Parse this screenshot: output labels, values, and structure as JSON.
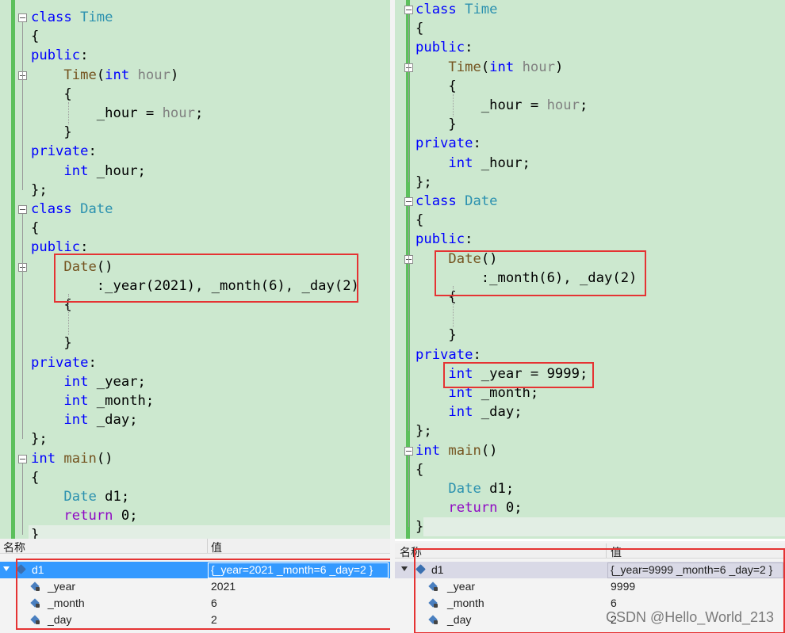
{
  "left": {
    "code_lines": [
      [
        {
          "c": "k",
          "s": "class"
        },
        {
          "c": "",
          "s": " "
        },
        {
          "c": "t",
          "s": "Time"
        }
      ],
      [
        {
          "c": "",
          "s": "{"
        }
      ],
      [
        {
          "c": "k",
          "s": "public"
        },
        {
          "c": "",
          "s": ":"
        }
      ],
      [
        {
          "c": "",
          "s": "    "
        },
        {
          "c": "f",
          "s": "Time"
        },
        {
          "c": "",
          "s": "("
        },
        {
          "c": "k",
          "s": "int"
        },
        {
          "c": "",
          "s": " "
        },
        {
          "c": "p",
          "s": "hour"
        },
        {
          "c": "",
          "s": ")"
        }
      ],
      [
        {
          "c": "",
          "s": "    {"
        }
      ],
      [
        {
          "c": "",
          "s": "        _hour = "
        },
        {
          "c": "p",
          "s": "hour"
        },
        {
          "c": "",
          "s": ";"
        }
      ],
      [
        {
          "c": "",
          "s": "    }"
        }
      ],
      [
        {
          "c": "k",
          "s": "private"
        },
        {
          "c": "",
          "s": ":"
        }
      ],
      [
        {
          "c": "",
          "s": "    "
        },
        {
          "c": "k",
          "s": "int"
        },
        {
          "c": "",
          "s": " _hour;"
        }
      ],
      [
        {
          "c": "",
          "s": "};"
        }
      ],
      [
        {
          "c": "k",
          "s": "class"
        },
        {
          "c": "",
          "s": " "
        },
        {
          "c": "t",
          "s": "Date"
        }
      ],
      [
        {
          "c": "",
          "s": "{"
        }
      ],
      [
        {
          "c": "k",
          "s": "public"
        },
        {
          "c": "",
          "s": ":"
        }
      ],
      [
        {
          "c": "",
          "s": "    "
        },
        {
          "c": "f",
          "s": "Date"
        },
        {
          "c": "",
          "s": "()"
        }
      ],
      [
        {
          "c": "",
          "s": "        :_year(2021), _month(6), _day(2)"
        }
      ],
      [
        {
          "c": "",
          "s": "    {"
        }
      ],
      [
        {
          "c": "",
          "s": ""
        }
      ],
      [
        {
          "c": "",
          "s": "    }"
        }
      ],
      [
        {
          "c": "k",
          "s": "private"
        },
        {
          "c": "",
          "s": ":"
        }
      ],
      [
        {
          "c": "",
          "s": "    "
        },
        {
          "c": "k",
          "s": "int"
        },
        {
          "c": "",
          "s": " _year;"
        }
      ],
      [
        {
          "c": "",
          "s": "    "
        },
        {
          "c": "k",
          "s": "int"
        },
        {
          "c": "",
          "s": " _month;"
        }
      ],
      [
        {
          "c": "",
          "s": "    "
        },
        {
          "c": "k",
          "s": "int"
        },
        {
          "c": "",
          "s": " _day;"
        }
      ],
      [
        {
          "c": "",
          "s": "};"
        }
      ],
      [
        {
          "c": "k",
          "s": "int"
        },
        {
          "c": "",
          "s": " "
        },
        {
          "c": "f",
          "s": "main"
        },
        {
          "c": "",
          "s": "()"
        }
      ],
      [
        {
          "c": "",
          "s": "{"
        }
      ],
      [
        {
          "c": "",
          "s": "    "
        },
        {
          "c": "t",
          "s": "Date"
        },
        {
          "c": "",
          "s": " d1;"
        }
      ],
      [
        {
          "c": "",
          "s": "    "
        },
        {
          "c": "r",
          "s": "return"
        },
        {
          "c": "",
          "s": " 0;"
        }
      ],
      [
        {
          "c": "",
          "s": "}"
        }
      ]
    ],
    "watch": {
      "col_name": "名称",
      "col_value": "值",
      "rows": [
        {
          "name": "d1",
          "value": "{_year=2021 _month=6 _day=2 }"
        },
        {
          "name": "_year",
          "value": "2021"
        },
        {
          "name": "_month",
          "value": "6"
        },
        {
          "name": "_day",
          "value": "2"
        }
      ]
    }
  },
  "right": {
    "code_lines": [
      [
        {
          "c": "k",
          "s": "class"
        },
        {
          "c": "",
          "s": " "
        },
        {
          "c": "t",
          "s": "Time"
        }
      ],
      [
        {
          "c": "",
          "s": "{"
        }
      ],
      [
        {
          "c": "k",
          "s": "public"
        },
        {
          "c": "",
          "s": ":"
        }
      ],
      [
        {
          "c": "",
          "s": "    "
        },
        {
          "c": "f",
          "s": "Time"
        },
        {
          "c": "",
          "s": "("
        },
        {
          "c": "k",
          "s": "int"
        },
        {
          "c": "",
          "s": " "
        },
        {
          "c": "p",
          "s": "hour"
        },
        {
          "c": "",
          "s": ")"
        }
      ],
      [
        {
          "c": "",
          "s": "    {"
        }
      ],
      [
        {
          "c": "",
          "s": "        _hour = "
        },
        {
          "c": "p",
          "s": "hour"
        },
        {
          "c": "",
          "s": ";"
        }
      ],
      [
        {
          "c": "",
          "s": "    }"
        }
      ],
      [
        {
          "c": "k",
          "s": "private"
        },
        {
          "c": "",
          "s": ":"
        }
      ],
      [
        {
          "c": "",
          "s": "    "
        },
        {
          "c": "k",
          "s": "int"
        },
        {
          "c": "",
          "s": " _hour;"
        }
      ],
      [
        {
          "c": "",
          "s": "};"
        }
      ],
      [
        {
          "c": "k",
          "s": "class"
        },
        {
          "c": "",
          "s": " "
        },
        {
          "c": "t",
          "s": "Date"
        }
      ],
      [
        {
          "c": "",
          "s": "{"
        }
      ],
      [
        {
          "c": "k",
          "s": "public"
        },
        {
          "c": "",
          "s": ":"
        }
      ],
      [
        {
          "c": "",
          "s": "    "
        },
        {
          "c": "f",
          "s": "Date"
        },
        {
          "c": "",
          "s": "()"
        }
      ],
      [
        {
          "c": "",
          "s": "        :_month(6), _day(2)"
        }
      ],
      [
        {
          "c": "",
          "s": "    {"
        }
      ],
      [
        {
          "c": "",
          "s": ""
        }
      ],
      [
        {
          "c": "",
          "s": "    }"
        }
      ],
      [
        {
          "c": "k",
          "s": "private"
        },
        {
          "c": "",
          "s": ":"
        }
      ],
      [
        {
          "c": "",
          "s": "    "
        },
        {
          "c": "k",
          "s": "int"
        },
        {
          "c": "",
          "s": " _year = 9999;"
        }
      ],
      [
        {
          "c": "",
          "s": "    "
        },
        {
          "c": "k",
          "s": "int"
        },
        {
          "c": "",
          "s": " _month;"
        }
      ],
      [
        {
          "c": "",
          "s": "    "
        },
        {
          "c": "k",
          "s": "int"
        },
        {
          "c": "",
          "s": " _day;"
        }
      ],
      [
        {
          "c": "",
          "s": "};"
        }
      ],
      [
        {
          "c": "k",
          "s": "int"
        },
        {
          "c": "",
          "s": " "
        },
        {
          "c": "f",
          "s": "main"
        },
        {
          "c": "",
          "s": "()"
        }
      ],
      [
        {
          "c": "",
          "s": "{"
        }
      ],
      [
        {
          "c": "",
          "s": "    "
        },
        {
          "c": "t",
          "s": "Date"
        },
        {
          "c": "",
          "s": " d1;"
        }
      ],
      [
        {
          "c": "",
          "s": "    "
        },
        {
          "c": "r",
          "s": "return"
        },
        {
          "c": "",
          "s": " 0;"
        }
      ],
      [
        {
          "c": "",
          "s": "}"
        }
      ]
    ],
    "watch": {
      "col_name": "名称",
      "col_value": "值",
      "rows": [
        {
          "name": "d1",
          "value": "{_year=9999 _month=6 _day=2 }"
        },
        {
          "name": "_year",
          "value": "9999"
        },
        {
          "name": "_month",
          "value": "6"
        },
        {
          "name": "_day",
          "value": "2"
        }
      ]
    }
  },
  "watermark": "CSDN @Hello_World_213",
  "colors": {
    "keyword": "#0000ff",
    "type": "#2b91af",
    "function": "#74531f",
    "param": "#808080",
    "return_kw": "#8f08c4",
    "editor_bg": "#cce8cf",
    "highlight_box": "#e53333",
    "watch_selected": "#3399ff"
  }
}
